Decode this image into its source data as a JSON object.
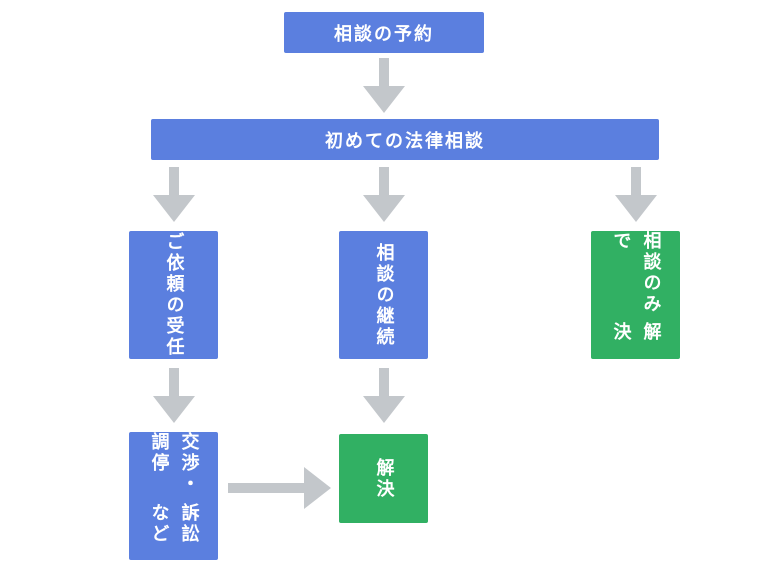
{
  "nodes": {
    "reservation": "相談の予約",
    "first_consult": "初めての法律相談",
    "accept_line1": "ご依頼の",
    "accept_line2": "受任",
    "continue_line1": "相談の",
    "continue_line2": "継続",
    "consult_only_line1": "相談のみで",
    "consult_only_line2": "解決",
    "negotiation_line1": "交渉・調停",
    "negotiation_line2": "訴訟など",
    "resolution": "解決"
  },
  "colors": {
    "step": "#5b7fdf",
    "outcome": "#31b063",
    "arrow": "#c3c7cb"
  }
}
